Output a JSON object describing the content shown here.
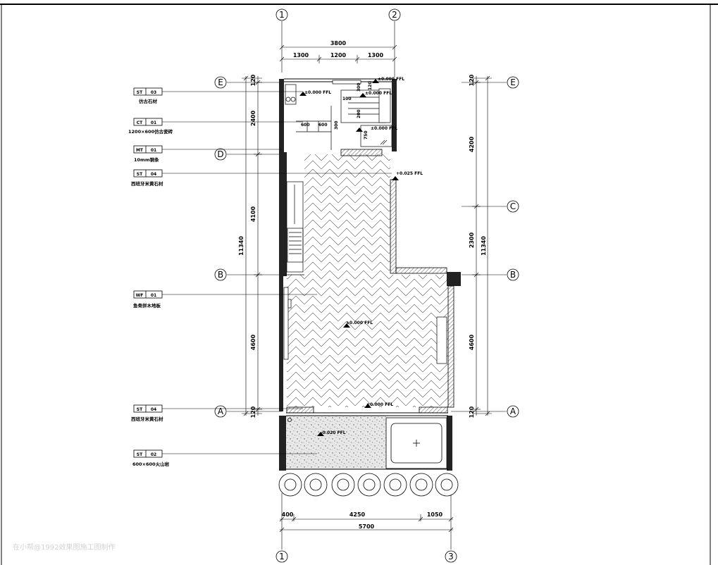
{
  "grid": {
    "top_left": "1",
    "top_right": "2",
    "bottom_left": "1",
    "bottom_right": "3",
    "left_rows": [
      "E",
      "D",
      "B",
      "A"
    ],
    "right_rows": [
      "E",
      "C",
      "B",
      "A"
    ]
  },
  "dimensions": {
    "top_total": "3800",
    "top_parts": [
      "1300",
      "1200",
      "1300"
    ],
    "bottom_parts": [
      "400",
      "4250",
      "1050"
    ],
    "bottom_total": "5700",
    "left_segments": [
      "120",
      "2400",
      "4100",
      "4600",
      "120"
    ],
    "left_total": "11340",
    "right_segments": [
      "120",
      "4200",
      "2300",
      "4600",
      "120"
    ],
    "right_total": "11340",
    "bath_small": [
      "600",
      "600",
      "300",
      "100",
      "300",
      "200",
      "120",
      "750"
    ]
  },
  "levels": {
    "bath_top": "±0.000 FFL",
    "bath_left": "±0.000 FFL",
    "bath_right": "±0.000 FFL",
    "bath_lower": "±0.000 FFL",
    "door": "+0.025 FFL",
    "living": "±0.000 FFL",
    "threshold": "±0.000 FFL",
    "balcony": "-0.020 FFL"
  },
  "material_tags": [
    {
      "code": "ST",
      "num": "03",
      "desc": "仿古石材"
    },
    {
      "code": "CT",
      "num": "01",
      "desc": "1200×600仿古瓷砖"
    },
    {
      "code": "MT",
      "num": "01",
      "desc": "10mm铜条"
    },
    {
      "code": "ST",
      "num": "04",
      "desc": "西班牙米黄石材"
    },
    {
      "code": "WF",
      "num": "01",
      "desc": "鱼骨拼木地板"
    },
    {
      "code": "ST",
      "num": "04",
      "desc": "西班牙米黄石材"
    },
    {
      "code": "ST",
      "num": "02",
      "desc": "600×600火山岩"
    }
  ],
  "watermark": "在小帮@1992效果图施工图制作"
}
